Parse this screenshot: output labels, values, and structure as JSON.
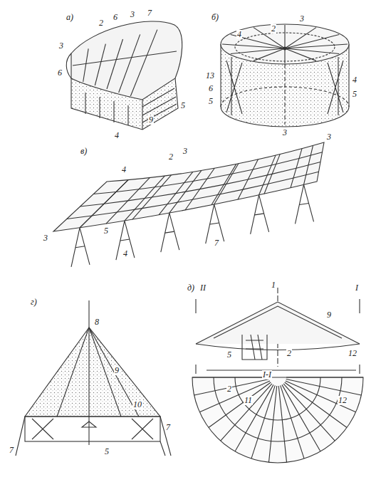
{
  "diagram": {
    "labels": [
      "а)",
      "2",
      "6",
      "3",
      "7",
      "3",
      "6",
      "5",
      "4",
      "9",
      "б)",
      "4",
      "2",
      "3",
      "13",
      "6",
      "5",
      "4",
      "5",
      "3",
      "в)",
      "3",
      "2",
      "3",
      "4",
      "3",
      "5",
      "4",
      "7",
      "г)",
      "8",
      "9",
      "10",
      "7",
      "5",
      "7",
      "д)",
      "II",
      "I",
      "1",
      "9",
      "2",
      "5",
      "12",
      "I-I",
      "2",
      "11",
      "12"
    ]
  }
}
